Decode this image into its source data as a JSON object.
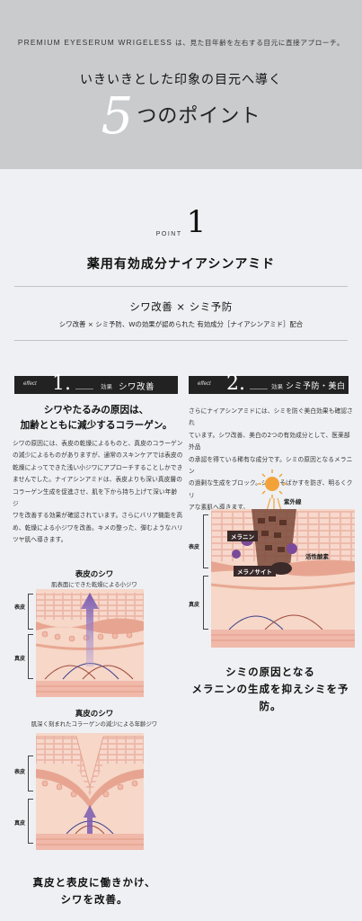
{
  "header": {
    "tagline_en": "PREMIUM EYESERUM WRIGELESS",
    "tagline_jp": " は、見た目年齢を左右する目元に直接アプローチ。",
    "subtitle": "いきいきとした印象の目元へ導く",
    "big_number": "5",
    "title_suffix": "つのポイント"
  },
  "point": {
    "label": "POINT",
    "number": "1",
    "title": "薬用有効成分ナイアシンアミド"
  },
  "lead": {
    "title": "シワ改善 × シミ予防",
    "sub": "シワ改善 × シミ予防、Wの効果が認められた 有効成分［ナイアシンアミド］配合"
  },
  "effect1": {
    "tag": "effect",
    "number": "1.",
    "kou": "効果",
    "name": "シワ改善",
    "heading_line1": "シワやたるみの原因は、",
    "heading_line2": "加齢とともに減少するコラーゲン。",
    "body_lines": [
      "シワの原因には、表皮の乾燥によるものと、真皮のコラーゲン",
      "の減少によるものがありますが、通常のスキンケアでは表皮の",
      "乾燥によってできた浅い小ジワにアプローチすることしかでき",
      "ませんでした。ナイアシンアミドは、表皮よりも深い真皮層の",
      "コラーゲン生成を促進させ、肌を下から持ち上げて深い年齢ジ",
      "ワを改善する効果が確認されています。さらにバリア機能を高",
      "め、乾燥による小ジワを改善。キメの整った、弾むようなハリ",
      "ツヤ肌へ導きます。"
    ],
    "diagram1_title": "表皮のシワ",
    "diagram1_sub": "肌表面にできた乾燥による小ジワ",
    "diagram2_title": "真皮のシワ",
    "diagram2_sub": "肌深く刻まれたコラーゲンの減少による年齢ジワ",
    "label_epidermis": "表皮",
    "label_dermis": "真皮",
    "conclusion_line1": "真皮と表皮に働きかけ、",
    "conclusion_line2": "シワを改善。"
  },
  "effect2": {
    "tag": "effect",
    "number": "2.",
    "kou": "効果",
    "name": "シミ予防・美白",
    "body_lines": [
      "さらにナイアシンアミドには、シミを防ぐ美白効果も確認され",
      "ています。シワ改善、美白の2つの有効成分として、医薬部外品",
      "の承認を得ている稀有な成分です。シミの原因となるメラニン",
      "の過剰な生成をブロック。シミ・そばかすを防ぎ、明るくクリ",
      "アな素肌へ導きます。"
    ],
    "label_uv": "紫外線",
    "label_melanin": "メラニン",
    "label_ros": "活性酸素",
    "label_melanocyte": "メラノサイト",
    "label_epidermis": "表皮",
    "label_dermis": "真皮",
    "conclusion_line1": "シミの原因となる",
    "conclusion_line2": "メラニンの生成を抑えシミを予防。"
  },
  "colors": {
    "header_bg": "#c9cbcc",
    "page_bg": "#eef0f3",
    "label_bg": "#222222",
    "arrow": "#7a5bb0"
  }
}
